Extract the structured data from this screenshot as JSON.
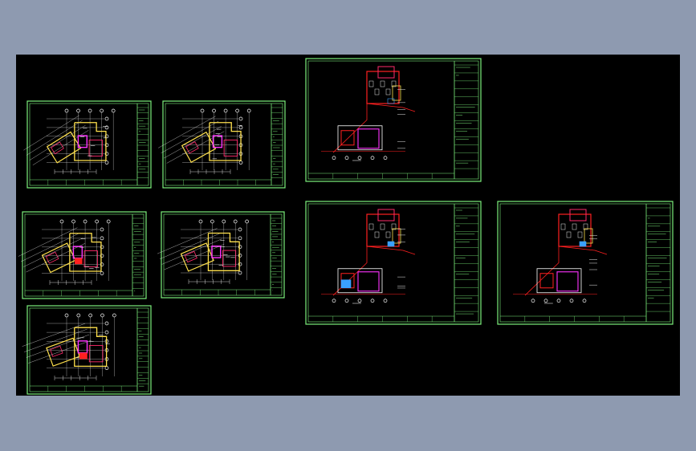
{
  "viewer": {
    "background_color": "#8e9ab0",
    "viewport_color": "#000000"
  },
  "palette": {
    "frame": "#7cf07c",
    "axis": "#ffffff",
    "wall": "#ff2a6a",
    "partition": "#ff2020",
    "highlight": "#ffe14d",
    "accent": "#ff33ff",
    "water": "#3aa0ff",
    "text": "#e8e8e8"
  },
  "sheets": [
    {
      "name": "floor-plan-sheet-1",
      "kind": "plan",
      "variant": 1
    },
    {
      "name": "floor-plan-sheet-2",
      "kind": "plan",
      "variant": 2
    },
    {
      "name": "floor-plan-sheet-3",
      "kind": "plan",
      "variant": 3
    },
    {
      "name": "floor-plan-sheet-4",
      "kind": "plan",
      "variant": 4
    },
    {
      "name": "floor-plan-sheet-5",
      "kind": "plan",
      "variant": 5
    },
    {
      "name": "elevation-sheet-1",
      "kind": "elevation",
      "variant": 1
    },
    {
      "name": "elevation-sheet-2",
      "kind": "elevation",
      "variant": 2
    },
    {
      "name": "elevation-sheet-3",
      "kind": "elevation",
      "variant": 3
    }
  ]
}
